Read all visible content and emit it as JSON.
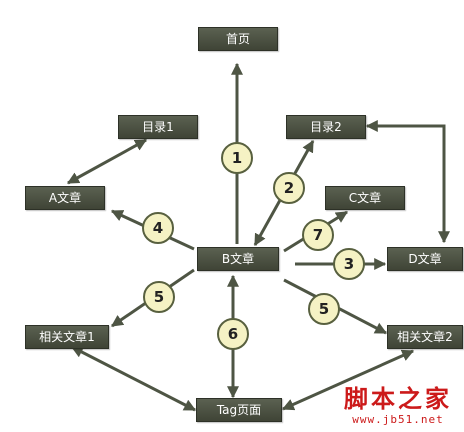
{
  "nodes": {
    "home": "首页",
    "catalog1": "目录1",
    "catalog2": "目录2",
    "articleA": "A文章",
    "articleB": "B文章",
    "articleC": "C文章",
    "articleD": "D文章",
    "related1": "相关文章1",
    "related2": "相关文章2",
    "tagPage": "Tag页面"
  },
  "badges": [
    "1",
    "2",
    "3",
    "4",
    "5",
    "5",
    "6",
    "7"
  ],
  "watermark": {
    "cn": "脚本之家",
    "url": "www.jb51.net"
  },
  "colors": {
    "node_fill": "#4b5042",
    "line": "#4e5544",
    "badge_fill": "#f5f2c4",
    "watermark": "#cc1a1a"
  }
}
